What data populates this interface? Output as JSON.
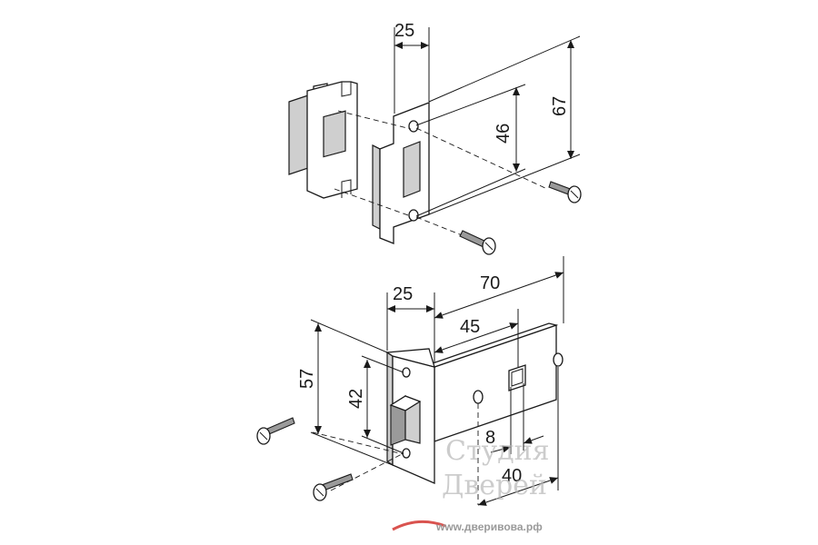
{
  "diagram": {
    "strike_plate": {
      "dimensions": {
        "width": "25",
        "hole_spacing": "46",
        "height": "67"
      }
    },
    "latch": {
      "dimensions": {
        "faceplate_width": "25",
        "total_length": "70",
        "backset": "45",
        "faceplate_height": "57",
        "hole_spacing": "42",
        "spindle": "8",
        "mount_spacing": "40"
      }
    },
    "watermark": {
      "line1": "Студия",
      "line2": "Дверей",
      "url": "www.двериво­ва.рф"
    }
  }
}
